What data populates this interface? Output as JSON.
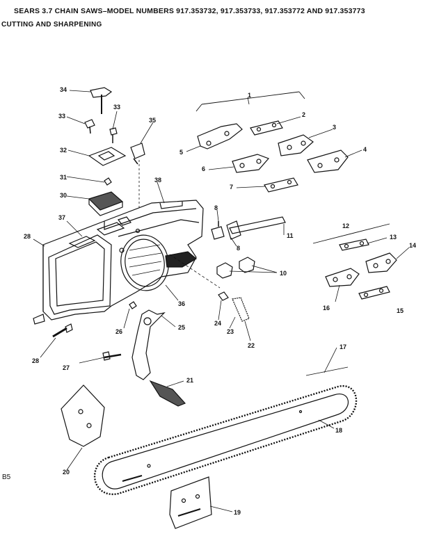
{
  "header": {
    "title": "SEARS 3.7 CHAIN SAWS–MODEL NUMBERS 917.353732, 917.353733, 917.353772 AND 917.353773",
    "subtitle": "CUTTING AND SHARPENING"
  },
  "page_ref": "B5",
  "callouts": {
    "c1": "1",
    "c2": "2",
    "c3": "3",
    "c4": "4",
    "c5": "5",
    "c6": "6",
    "c7": "7",
    "c8a": "8",
    "c8b": "8",
    "c10": "10",
    "c11": "11",
    "c12": "12",
    "c13": "13",
    "c14": "14",
    "c15": "15",
    "c16": "16",
    "c17": "17",
    "c18": "18",
    "c19": "19",
    "c20": "20",
    "c21": "21",
    "c22": "22",
    "c23": "23",
    "c24": "24",
    "c25": "25",
    "c26": "26",
    "c27": "27",
    "c28a": "28",
    "c28b": "28",
    "c30": "30",
    "c31": "31",
    "c32": "32",
    "c33a": "33",
    "c33b": "33",
    "c34": "34",
    "c35": "35",
    "c36": "36",
    "c37": "37",
    "c38": "38"
  }
}
